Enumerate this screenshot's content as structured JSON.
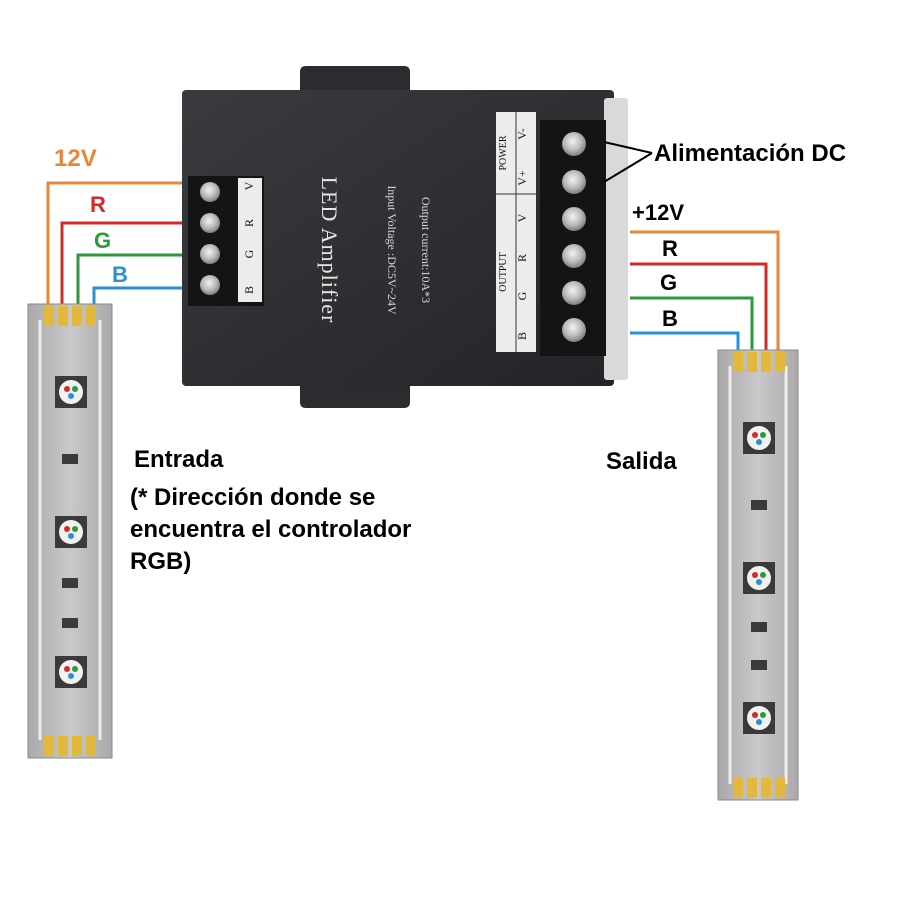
{
  "device": {
    "title": "LED Amplifier",
    "input_voltage": "Input Voltage :DC5V~24V",
    "output_current": "Output current:10A*3",
    "input_terminal_labels": [
      "B",
      "G",
      "R",
      "V"
    ],
    "output_group_label": "OUTPUT",
    "power_group_label": "POWER",
    "output_terminal_labels": [
      "B",
      "G",
      "R",
      "V",
      "V+",
      "V-"
    ]
  },
  "labels": {
    "input_12v": "12V",
    "input_r": "R",
    "input_g": "G",
    "input_b": "B",
    "output_12v": "+12V",
    "output_r": "R",
    "output_g": "G",
    "output_b": "B",
    "power": "Alimentación DC",
    "entrada": "Entrada",
    "entrada_note": "(* Dirección donde se encuentra el controlador RGB)",
    "salida": "Salida"
  },
  "colors": {
    "v12": "#e8863a",
    "red": "#d42a2a",
    "green": "#2a9a3a",
    "blue": "#2a8fd4",
    "device_body": "#2f3033",
    "strip": "#bfbfbf"
  }
}
